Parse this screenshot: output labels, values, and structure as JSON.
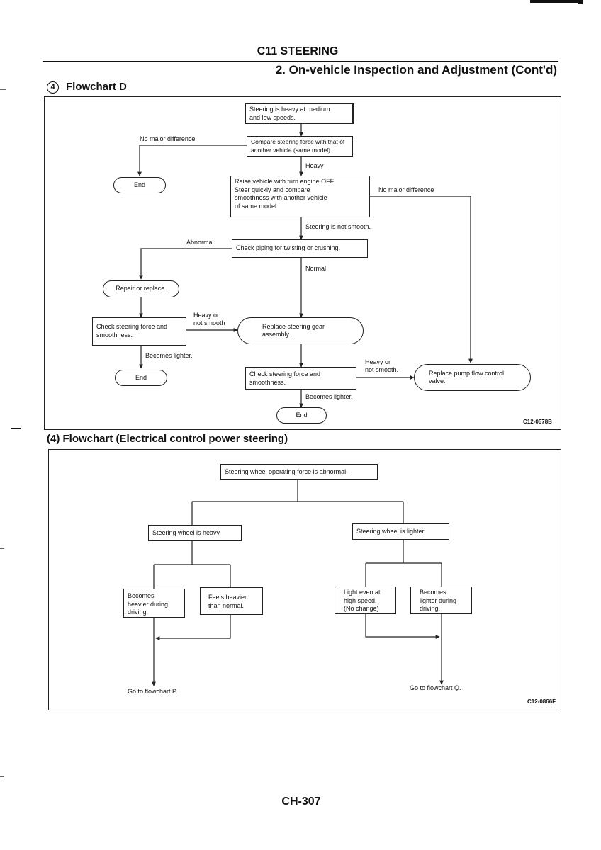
{
  "header": {
    "section": "C11 STEERING",
    "subsection": "2. On-vehicle Inspection and Adjustment (Cont'd)"
  },
  "flowchart_d": {
    "number": "4",
    "title": "Flowchart D",
    "code": "C12-0578B",
    "nodes": {
      "start": "Steering is heavy at medium\nand low speeds.",
      "compare": "Compare steering force with that of\nanother vehicle (same model).",
      "raise": "Raise vehicle with turn engine OFF.\nSteer quickly and compare\nsmoothness with another vehicle\nof same model.",
      "piping": "Check piping for twisting or crushing.",
      "repair": "Repair or replace.",
      "check_force_1": "Check steering force and\nsmoothness.",
      "replace_gear": "Replace steering gear\nassembly.",
      "check_force_2": "Check steering force and\nsmoothness.",
      "replace_pump": "Replace pump flow control\nvalve.",
      "end_1": "End",
      "end_2": "End",
      "end_3": "End"
    },
    "labels": {
      "no_major_diff_1": "No major difference.",
      "heavy": "Heavy",
      "no_major_diff_2": "No major difference",
      "not_smooth": "Steering is not smooth.",
      "abnormal": "Abnormal",
      "normal": "Normal",
      "heavy_not_smooth_1": "Heavy or\nnot smooth",
      "becomes_lighter_1": "Becomes lighter.",
      "heavy_not_smooth_2": "Heavy or\nnot smooth.",
      "becomes_lighter_2": "Becomes lighter."
    }
  },
  "flowchart_4": {
    "number": "(4)",
    "title": "Flowchart (Electrical control power steering)",
    "code": "C12-0866F",
    "nodes": {
      "top": "Steering wheel operating force is abnormal.",
      "heavy": "Steering wheel is heavy.",
      "lighter": "Steering wheel is lighter.",
      "becomes_heavier": "Becomes\nheavier during\ndriving.",
      "feels_heavier": "Feels heavier\nthan normal.",
      "light_high_speed": "Light even at\nhigh speed.\n(No change)",
      "becomes_lighter": "Becomes\nlighter during\ndriving."
    },
    "labels": {
      "go_p": "Go to flowchart P.",
      "go_q": "Go to flowchart Q."
    }
  },
  "footer": {
    "page": "CH-307"
  }
}
